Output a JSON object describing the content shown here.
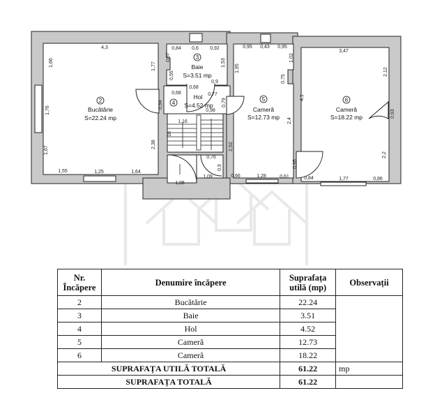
{
  "plan": {
    "rooms": [
      {
        "nr": "2",
        "name": "Bucătărie",
        "area": "S=22.24 mp"
      },
      {
        "nr": "3",
        "name": "Baie",
        "area": "S=3.51 mp"
      },
      {
        "nr": "4",
        "name": "Hol",
        "area": "S=4.52 mp"
      },
      {
        "nr": "5",
        "name": "Cameră",
        "area": "S=12.73 mp"
      },
      {
        "nr": "6",
        "name": "Cameră",
        "area": "S=18.22 mp"
      }
    ],
    "dims": [
      "4,3",
      "1,66",
      "1,76",
      "1,67",
      "1,55",
      "1,25",
      "1,64",
      "1,77",
      "2,38",
      "0,84",
      "0,6",
      "0,92",
      "0,97",
      "1,53",
      "0,55",
      "0,9",
      "0,68",
      "0,68",
      "0,77",
      "0,94",
      "0,79",
      "0,98",
      "1,16",
      "16",
      "0,76",
      "0,9",
      "1,09",
      "1,05",
      "2,52",
      "0,95",
      "0,43",
      "0,95",
      "1,02",
      "1,95",
      "0,75",
      "4,1",
      "2,4",
      "0,95",
      "0,66",
      "1,28",
      "0,61",
      "0,84",
      "1,77",
      "0,86",
      "3,47",
      "2,12",
      "0,93",
      "2,2"
    ]
  },
  "table": {
    "headers": {
      "nr": "Nr.",
      "nr2": "Încăpere",
      "name": "Denumire încăpere",
      "area": "Suprafața",
      "area2": "utilă (mp)",
      "obs": "Observații"
    },
    "rows": [
      {
        "nr": "2",
        "name": "Bucătărie",
        "area": "22.24"
      },
      {
        "nr": "3",
        "name": "Baie",
        "area": "3.51"
      },
      {
        "nr": "4",
        "name": "Hol",
        "area": "4.52"
      },
      {
        "nr": "5",
        "name": "Cameră",
        "area": "12.73"
      },
      {
        "nr": "6",
        "name": "Cameră",
        "area": "18.22"
      }
    ],
    "total_useful_label": "SUPRAFAȚA UTILĂ TOTALĂ",
    "total_useful": "61.22",
    "total_useful_unit": "mp",
    "total_label": "SUPRAFAȚA TOTALĂ",
    "total": "61.22"
  }
}
